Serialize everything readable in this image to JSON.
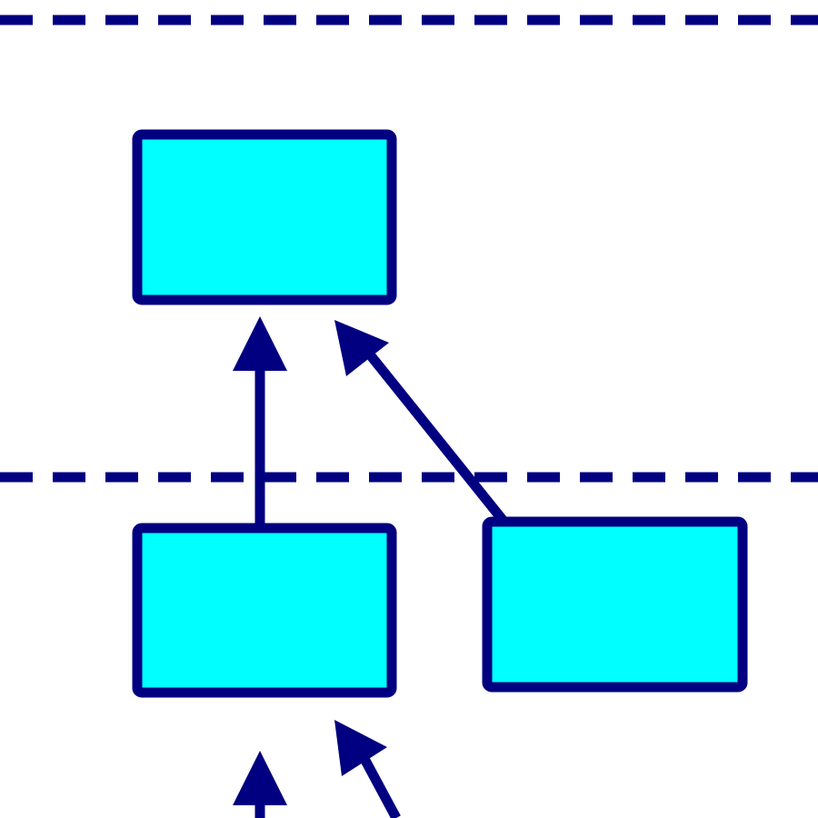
{
  "colors": {
    "background": "#ffffff",
    "node_fill": "#00ffff",
    "stroke": "#000080"
  },
  "diagram": {
    "type": "layered-hierarchy",
    "line_style_separators": "dashed",
    "layers": [
      {
        "name": "layer-1",
        "nodes": [
          "node-a"
        ]
      },
      {
        "name": "layer-2",
        "nodes": [
          "node-b",
          "node-c"
        ]
      }
    ],
    "nodes": [
      {
        "id": "node-a",
        "label": ""
      },
      {
        "id": "node-b",
        "label": ""
      },
      {
        "id": "node-c",
        "label": ""
      }
    ],
    "edges": [
      {
        "from": "node-b",
        "to": "node-a"
      },
      {
        "from": "node-c",
        "to": "node-a"
      },
      {
        "from": "offscreen-left",
        "to": "node-b"
      },
      {
        "from": "offscreen-right",
        "to": "node-b"
      }
    ]
  }
}
